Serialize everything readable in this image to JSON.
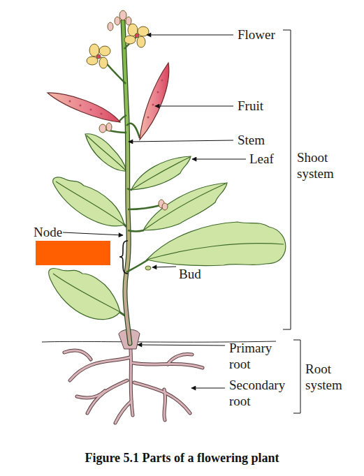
{
  "diagram": {
    "caption": "Figure 5.1 Parts of a flowering plant",
    "labels": [
      "Flower",
      "Fruit",
      "Stem",
      "Leaf",
      "Shoot system",
      "Node",
      "Bud",
      "Primary root",
      "Root system",
      "Secondary root"
    ]
  }
}
